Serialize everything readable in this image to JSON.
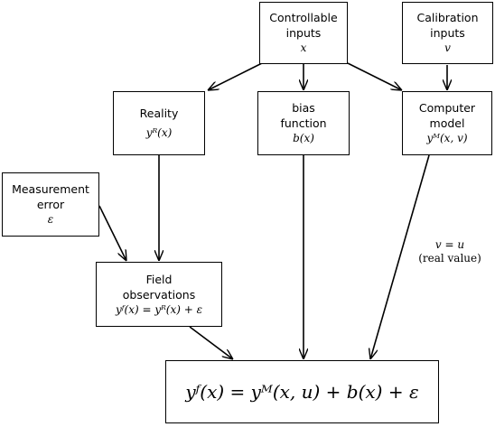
{
  "nodes": {
    "controllable": {
      "label_lines": [
        "Controllable",
        "inputs"
      ],
      "math": "x"
    },
    "calibration": {
      "label_lines": [
        "Calibration",
        "inputs"
      ],
      "math": "v"
    },
    "reality": {
      "label_lines": [
        "Reality"
      ],
      "math": "yᴿ(x)"
    },
    "bias": {
      "label_lines": [
        "bias",
        "function"
      ],
      "math": "b(x)"
    },
    "computer": {
      "label_lines": [
        "Computer",
        "model"
      ],
      "math": "yᴹ(x, v)"
    },
    "measurement": {
      "label_lines": [
        "Measurement",
        "error"
      ],
      "math": "ε"
    },
    "field": {
      "label_lines": [
        "Field",
        "observations"
      ],
      "math": "yᶠ(x) = yᴿ(x) + ε"
    },
    "result": {
      "label_lines": [],
      "math": "yᶠ(x) = yᴹ(x, u) + b(x) + ε"
    }
  },
  "annotation": {
    "math": "v = u",
    "text": "(real value)"
  }
}
